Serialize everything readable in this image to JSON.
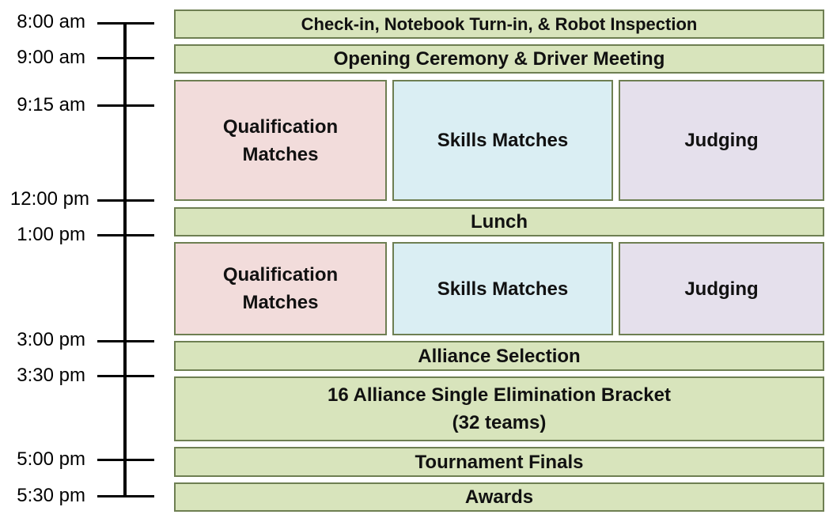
{
  "times": [
    "8:00 am",
    "9:00 am",
    "9:15 am",
    "12:00 pm",
    "1:00 pm",
    "3:00 pm",
    "3:30 pm",
    "5:00 pm",
    "5:30  pm"
  ],
  "blocks": {
    "checkin": "Check-in, Notebook Turn-in, & Robot Inspection",
    "opening": "Opening Ceremony & Driver Meeting",
    "qual1_line1": "Qualification",
    "qual1_line2": "Matches",
    "skills1": "Skills Matches",
    "judging1": "Judging",
    "lunch": "Lunch",
    "qual2_line1": "Qualification",
    "qual2_line2": "Matches",
    "skills2": "Skills Matches",
    "judging2": "Judging",
    "alliance": "Alliance Selection",
    "bracket_line1": "16 Alliance Single Elimination Bracket",
    "bracket_line2": "(32 teams)",
    "finals": "Tournament Finals",
    "awards": "Awards"
  },
  "colors": {
    "green": "#d8e4bc",
    "pink": "#f2dcdb",
    "blue": "#daeef3",
    "purple": "#e5e0ec",
    "border": "#6e7f52"
  }
}
